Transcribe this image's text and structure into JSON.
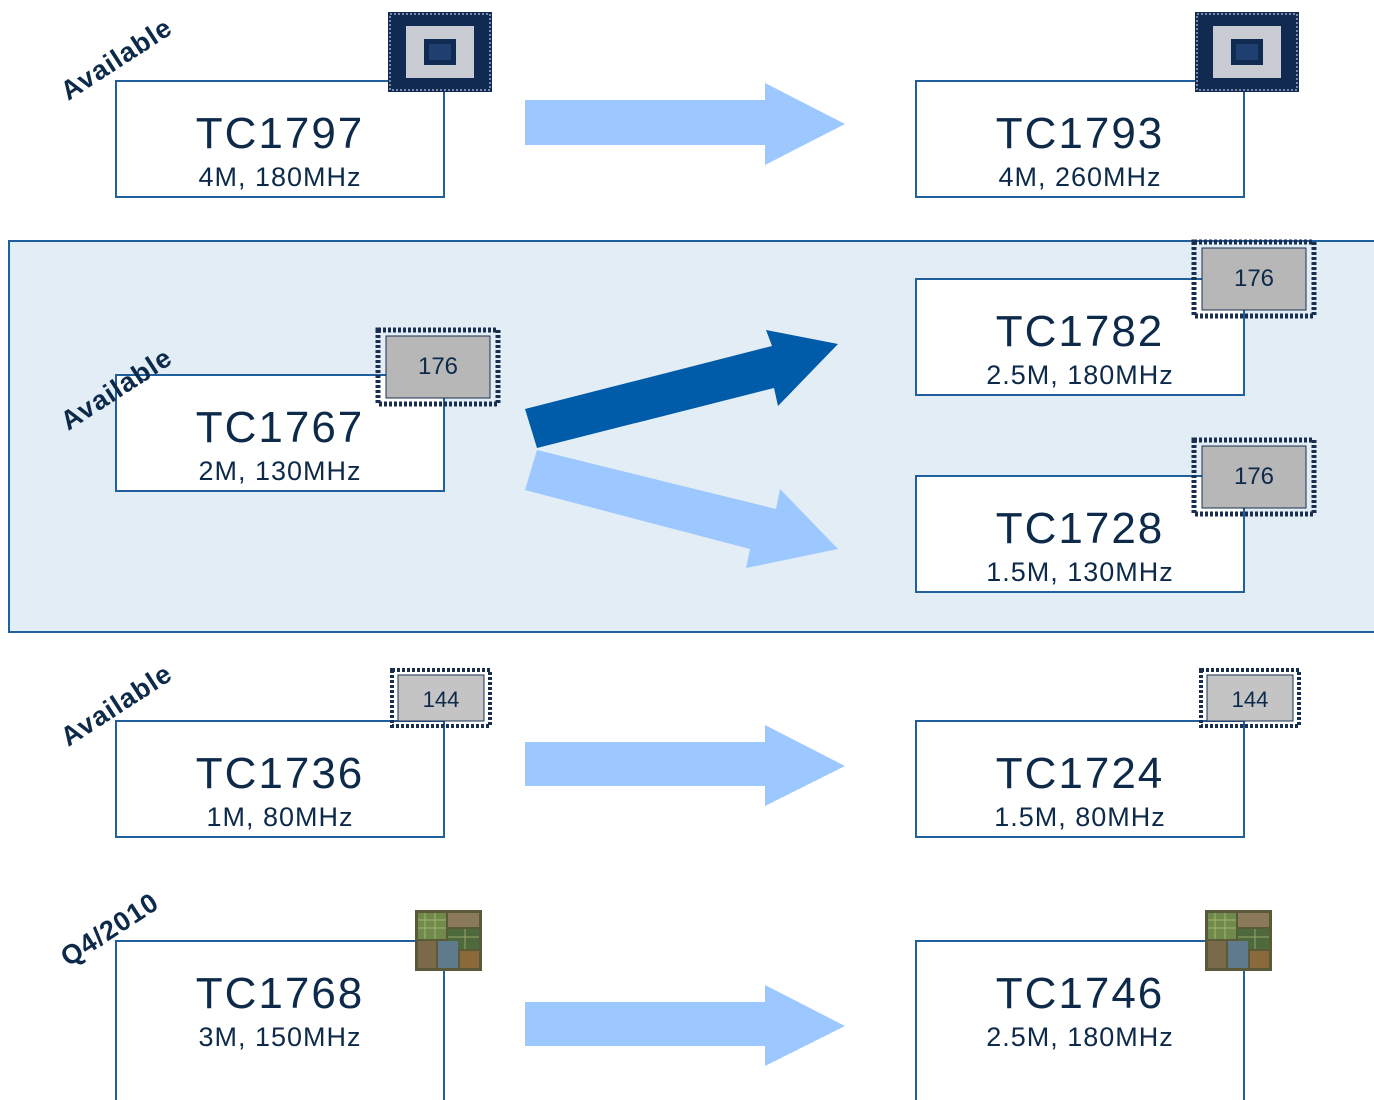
{
  "colors": {
    "accent": "#1f5f9d",
    "arrow_light": "#9cc8ff",
    "arrow_dark": "#005ba8",
    "highlight_band": "#e3edf6"
  },
  "rows": [
    {
      "status": "Available",
      "chip_icon": "qfp-dark-package-icon",
      "chip_label": "",
      "from": {
        "name": "TC1797",
        "spec": "4M, 180MHz"
      },
      "to": [
        {
          "name": "TC1793",
          "spec": "4M, 260MHz",
          "chip_label": ""
        }
      ]
    },
    {
      "status": "Available",
      "chip_icon": "qfp-grey-package-icon",
      "chip_label": "176",
      "from": {
        "name": "TC1767",
        "spec": "2M, 130MHz"
      },
      "to": [
        {
          "name": "TC1782",
          "spec": "2.5M, 180MHz",
          "chip_label": "176"
        },
        {
          "name": "TC1728",
          "spec": "1.5M, 130MHz",
          "chip_label": "176"
        }
      ]
    },
    {
      "status": "Available",
      "chip_icon": "qfp-grey-package-icon",
      "chip_label": "144",
      "from": {
        "name": "TC1736",
        "spec": "1M, 80MHz"
      },
      "to": [
        {
          "name": "TC1724",
          "spec": "1.5M, 80MHz",
          "chip_label": "144"
        }
      ]
    },
    {
      "status": "Q4/2010",
      "chip_icon": "die-photo-icon",
      "chip_label": "",
      "from": {
        "name": "TC1768",
        "spec": "3M, 150MHz"
      },
      "to": [
        {
          "name": "TC1746",
          "spec": "2.5M, 180MHz",
          "chip_label": ""
        }
      ]
    }
  ]
}
